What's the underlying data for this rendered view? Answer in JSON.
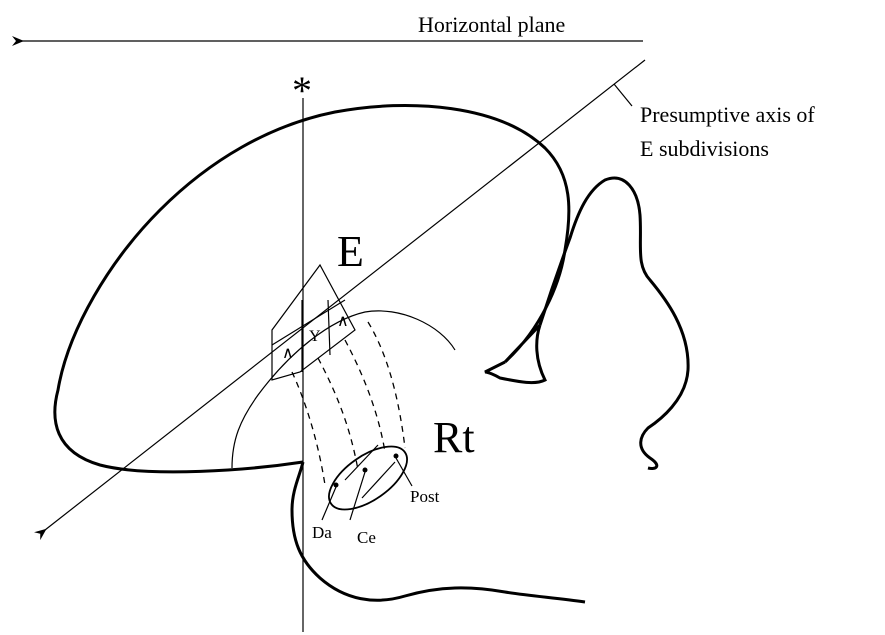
{
  "labels": {
    "horizontal_plane": "Horizontal plane",
    "axis_line1": "Presumptive axis of",
    "axis_line2": "E subdivisions",
    "asterisk": "*",
    "e": "E",
    "rt": "Rt",
    "post": "Post",
    "da": "Da",
    "ce": "Ce"
  },
  "colors": {
    "stroke": "#000000",
    "background": "#ffffff"
  }
}
